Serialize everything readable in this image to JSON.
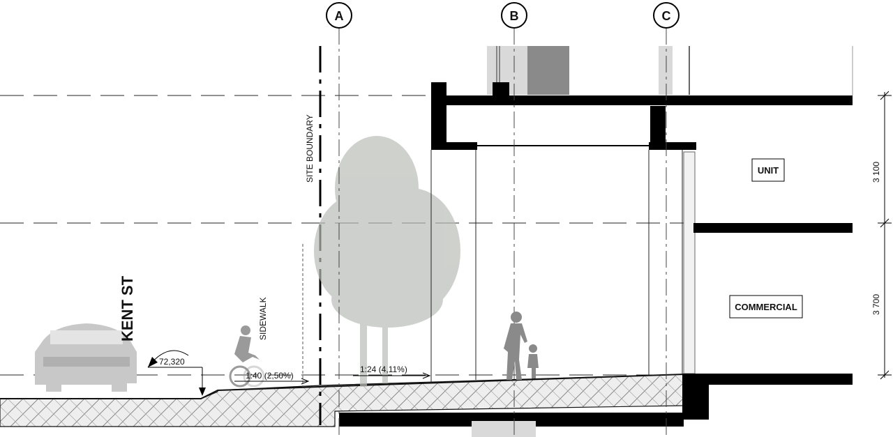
{
  "grid_labels": [
    "A",
    "B",
    "C"
  ],
  "street_label": "KENT ST",
  "sidewalk_label": "SIDEWALK",
  "site_boundary_label": "SITE BOUNDARY",
  "elevation_value": "72,320",
  "slope_sidewalk": "1:40 (2,50%)",
  "slope_ramp": "1:24 (4,11%)",
  "room_unit": "UNIT",
  "room_commercial": "COMMERCIAL",
  "dim_upper": "3 100",
  "dim_lower": "3 700",
  "colors": {
    "line": "#111111",
    "slab": "#000000",
    "tree": "#b9bdb7",
    "car": "#c8c8c8",
    "figure": "#9a9a9a",
    "hatch": "#8a8a8a",
    "concrete": "#d9d9d9"
  }
}
